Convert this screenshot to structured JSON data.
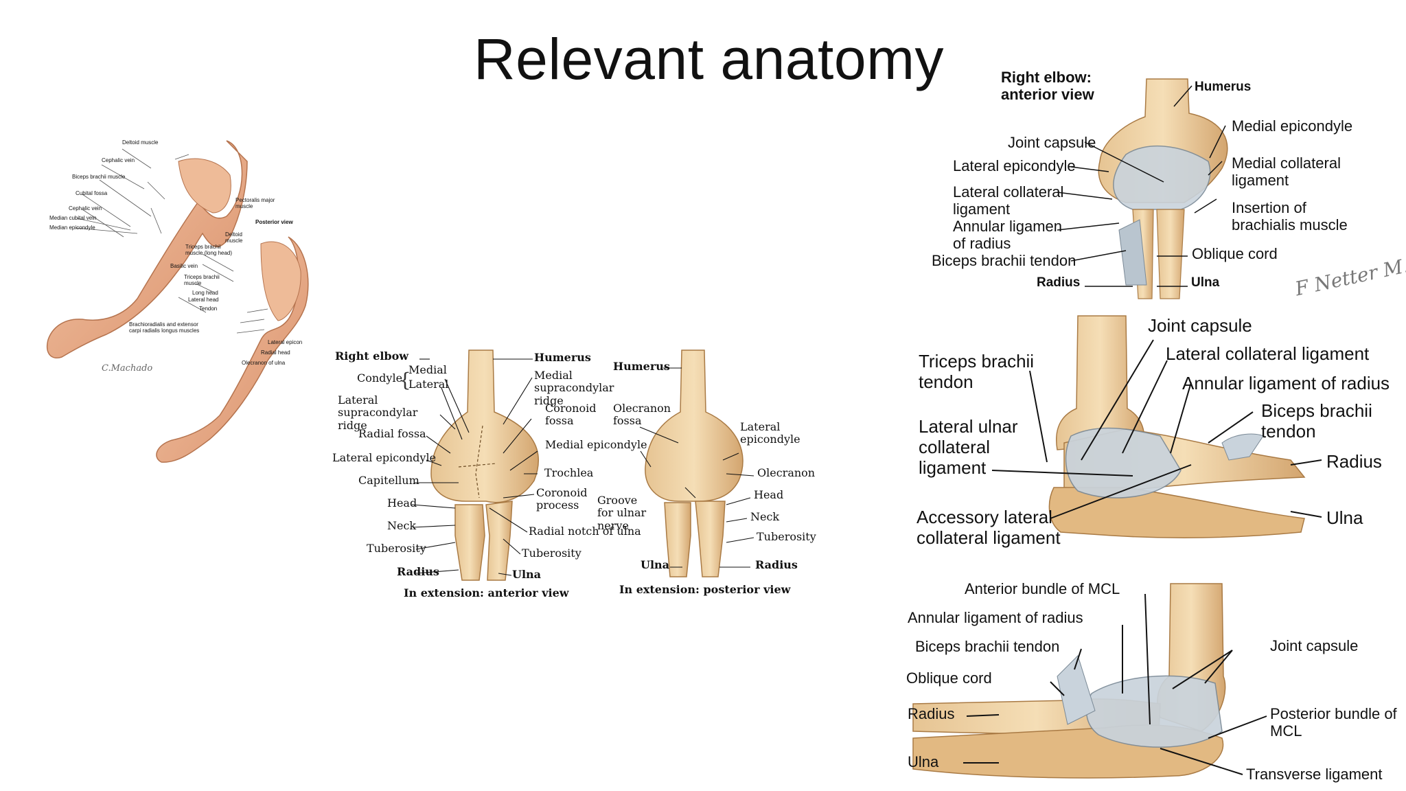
{
  "slide": {
    "title": "Relevant anatomy"
  },
  "arm_figure": {
    "labels": {
      "deltoid": "Deltoid muscle",
      "cephalic_upper": "Cephalic vein",
      "biceps": "Biceps brachii muscle",
      "cubital_fossa": "Cubital fossa",
      "cephalic_lower": "Cephalic vein",
      "median_cubital": "Median cubital vein",
      "median_epicondyle": "Median epicondyle",
      "pectoralis": "Pectoralis major muscle",
      "posterior_view": "Posterior view",
      "deltoid_post": "Deltoid muscle",
      "triceps_long": "Triceps brachii muscle (long head)",
      "basilic": "Basilic vein",
      "triceps": "Triceps brachii muscle",
      "long_head": "Long head",
      "lateral_head": "Lateral head",
      "tendon": "Tendon",
      "brachioradialis": "Brachioradialis and extensor carpi radialis longus muscles",
      "lateral_epicon": "Lateral epicon",
      "radial_head": "Radial head",
      "olecranon": "Olecranon of ulna"
    },
    "signature": "C.Machado"
  },
  "bones_figure": {
    "heading": "Right elbow",
    "condyle": "Condyle",
    "medial": "Medial",
    "lateral": "Lateral",
    "lateral_supracondylar_ridge": "Lateral supracondylar ridge",
    "radial_fossa": "Radial fossa",
    "lateral_epicondyle": "Lateral epicondyle",
    "capitellum": "Capitellum",
    "head": "Head",
    "neck": "Neck",
    "tuberosity": "Tuberosity",
    "radius": "Radius",
    "humerus": "Humerus",
    "medial_supracondylar_ridge": "Medial supracondylar ridge",
    "coronoid_fossa": "Coronoid fossa",
    "medial_epicondyle": "Medial epicondyle",
    "trochlea": "Trochlea",
    "coronoid_process": "Coronoid process",
    "radial_notch": "Radial notch of ulna",
    "tuberosity_ulna": "Tuberosity",
    "ulna": "Ulna",
    "anterior_caption": "In extension: anterior view",
    "humerus_post": "Humerus",
    "olecranon_fossa": "Olecranon fossa",
    "groove": "Groove for ulnar nerve",
    "lateral_epicondyle_post": "Lateral epicondyle",
    "olecranon": "Olecranon",
    "head_post": "Head",
    "neck_post": "Neck",
    "tuberosity_post": "Tuberosity",
    "ulna_post": "Ulna",
    "radius_post": "Radius",
    "posterior_caption": "In extension: posterior view"
  },
  "anterior_view": {
    "heading": "Right elbow: anterior view",
    "humerus": "Humerus",
    "medial_epicondyle": "Medial epicondyle",
    "joint_capsule": "Joint capsule",
    "lateral_epicondyle": "Lateral epicondyle",
    "medial_collateral": "Medial collateral ligament",
    "lateral_collateral": "Lateral collateral ligament",
    "insertion": "Insertion of brachialis muscle",
    "annular": "Annular ligamen of radius",
    "oblique_cord": "Oblique cord",
    "biceps_tendon": "Biceps brachii tendon",
    "radius": "Radius",
    "ulna": "Ulna",
    "signature": "F Netter M.D."
  },
  "lateral_view": {
    "joint_capsule": "Joint capsule",
    "lateral_collateral": "Lateral collateral ligament",
    "triceps_tendon": "Triceps brachii tendon",
    "annular": "Annular ligament of radius",
    "biceps_tendon": "Biceps brachii tendon",
    "lateral_ulnar": "Lateral ulnar collateral ligament",
    "radius": "Radius",
    "ulna": "Ulna",
    "accessory": "Accessory lateral collateral ligament"
  },
  "medial_view": {
    "anterior_bundle": "Anterior bundle of MCL",
    "annular": "Annular ligament of radius",
    "biceps_tendon": "Biceps brachii tendon",
    "joint_capsule": "Joint capsule",
    "oblique_cord": "Oblique cord",
    "radius": "Radius",
    "posterior_bundle": "Posterior bundle of MCL",
    "ulna": "Ulna",
    "transverse": "Transverse ligament"
  }
}
